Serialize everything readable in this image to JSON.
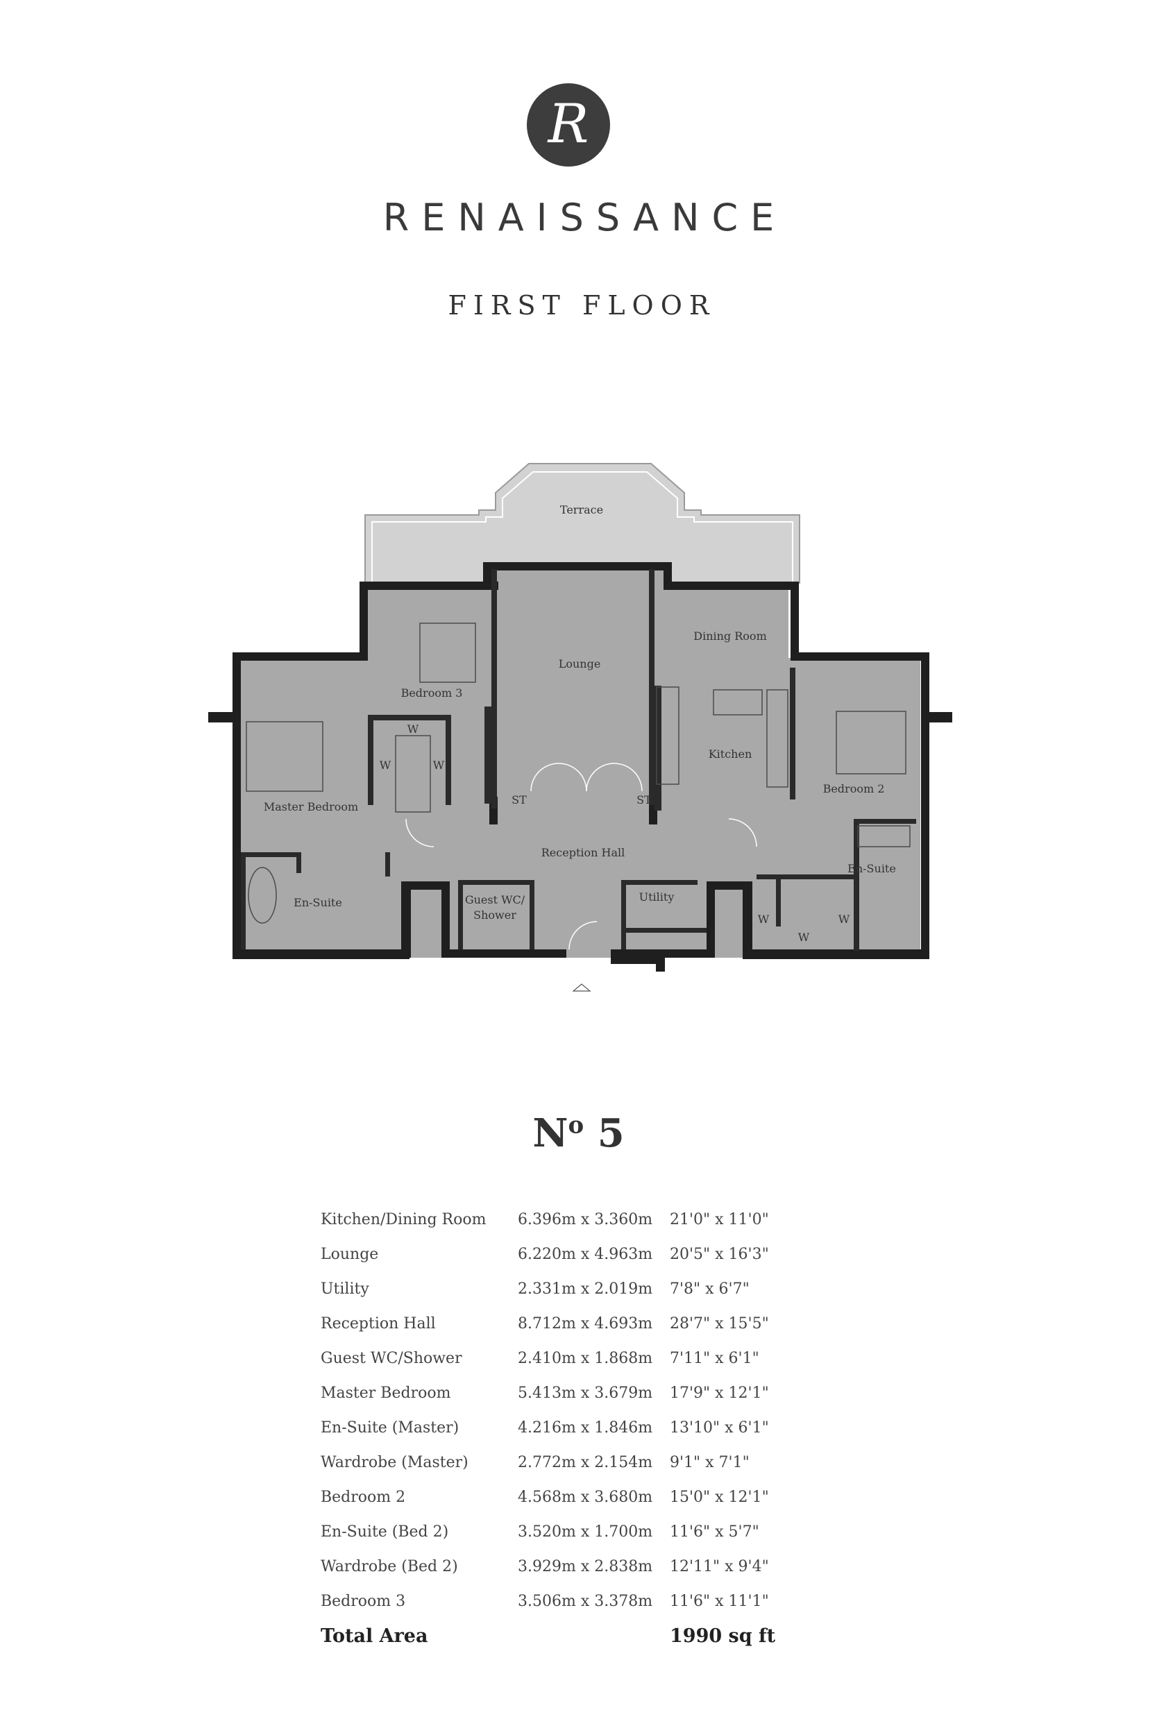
{
  "header": {
    "logo_letter": "R",
    "brand": "RENAISSANCE",
    "floor_title": "FIRST FLOOR"
  },
  "plan": {
    "labels": {
      "terrace": "Terrace",
      "lounge": "Lounge",
      "dining_room": "Dining Room",
      "bedroom_3": "Bedroom 3",
      "kitchen": "Kitchen",
      "bedroom_2": "Bedroom 2",
      "master_bedroom": "Master Bedroom",
      "reception_hall": "Reception Hall",
      "en_suite_master": "En-Suite",
      "en_suite_bed2": "En-Suite",
      "guest_wc_1": "Guest WC/",
      "guest_wc_2": "Shower",
      "utility": "Utility",
      "st": "ST",
      "w": "W"
    }
  },
  "unit": {
    "prefix": "N",
    "sup": "o",
    "number": " 5"
  },
  "rooms": [
    {
      "name": "Kitchen/Dining Room",
      "metric": "6.396m x 3.360m",
      "imperial": "21'0\" x 11'0\""
    },
    {
      "name": "Lounge",
      "metric": "6.220m x 4.963m",
      "imperial": "20'5\" x 16'3\""
    },
    {
      "name": "Utility",
      "metric": "2.331m x 2.019m",
      "imperial": "7'8\" x 6'7\""
    },
    {
      "name": "Reception Hall",
      "metric": "8.712m x 4.693m",
      "imperial": "28'7\" x 15'5\""
    },
    {
      "name": "Guest WC/Shower",
      "metric": "2.410m x 1.868m",
      "imperial": "7'11\" x 6'1\""
    },
    {
      "name": "Master Bedroom",
      "metric": "5.413m x 3.679m",
      "imperial": "17'9\" x 12'1\""
    },
    {
      "name": "En-Suite (Master)",
      "metric": "4.216m x 1.846m",
      "imperial": "13'10\" x 6'1\""
    },
    {
      "name": "Wardrobe (Master)",
      "metric": "2.772m x 2.154m",
      "imperial": "9'1\" x 7'1\""
    },
    {
      "name": "Bedroom 2",
      "metric": "4.568m x 3.680m",
      "imperial": "15'0\" x 12'1\""
    },
    {
      "name": "En-Suite (Bed 2)",
      "metric": "3.520m x 1.700m",
      "imperial": "11'6\" x 5'7\""
    },
    {
      "name": "Wardrobe (Bed 2)",
      "metric": "3.929m x 2.838m",
      "imperial": "12'11\" x 9'4\""
    },
    {
      "name": "Bedroom 3",
      "metric": "3.506m x 3.378m",
      "imperial": "11'6\" x 11'1\""
    }
  ],
  "total": {
    "label": "Total Area",
    "value": "1990 sq ft"
  },
  "colors": {
    "wall": "#1f1f1f",
    "floor": "#a9a9a9",
    "terrace": "#d2d2d2",
    "logo": "#3d3d3d"
  }
}
